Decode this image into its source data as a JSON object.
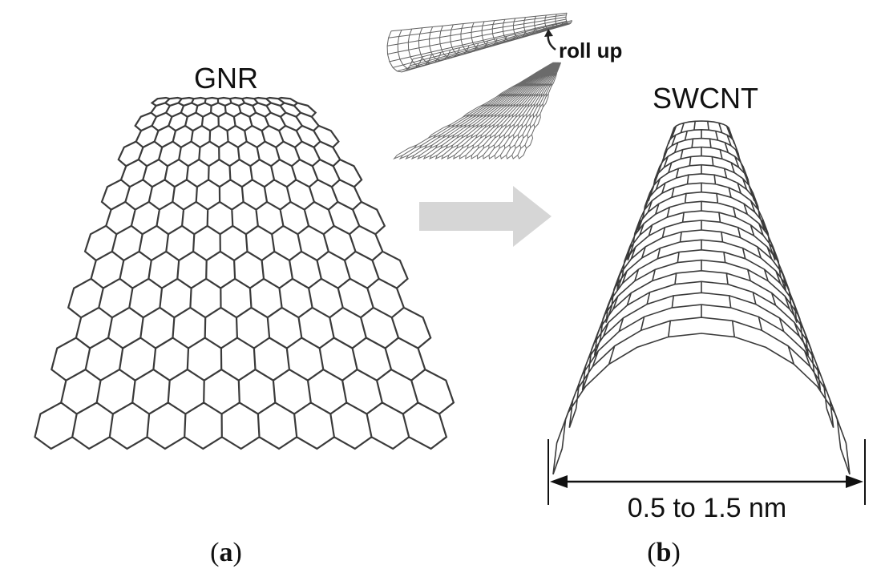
{
  "panel_a": {
    "label": "GNR",
    "caption_open": "(",
    "caption_letter": "a",
    "caption_close": ")"
  },
  "panel_b": {
    "label": "SWCNT",
    "dimension": "0.5 to 1.5 nm",
    "caption_open": "(",
    "caption_letter": "b",
    "caption_close": ")"
  },
  "inset": {
    "annotation": "roll up"
  },
  "colors": {
    "ink": "#111111",
    "lattice": "#3a3a3a",
    "arrow": "#d6d6d6"
  }
}
